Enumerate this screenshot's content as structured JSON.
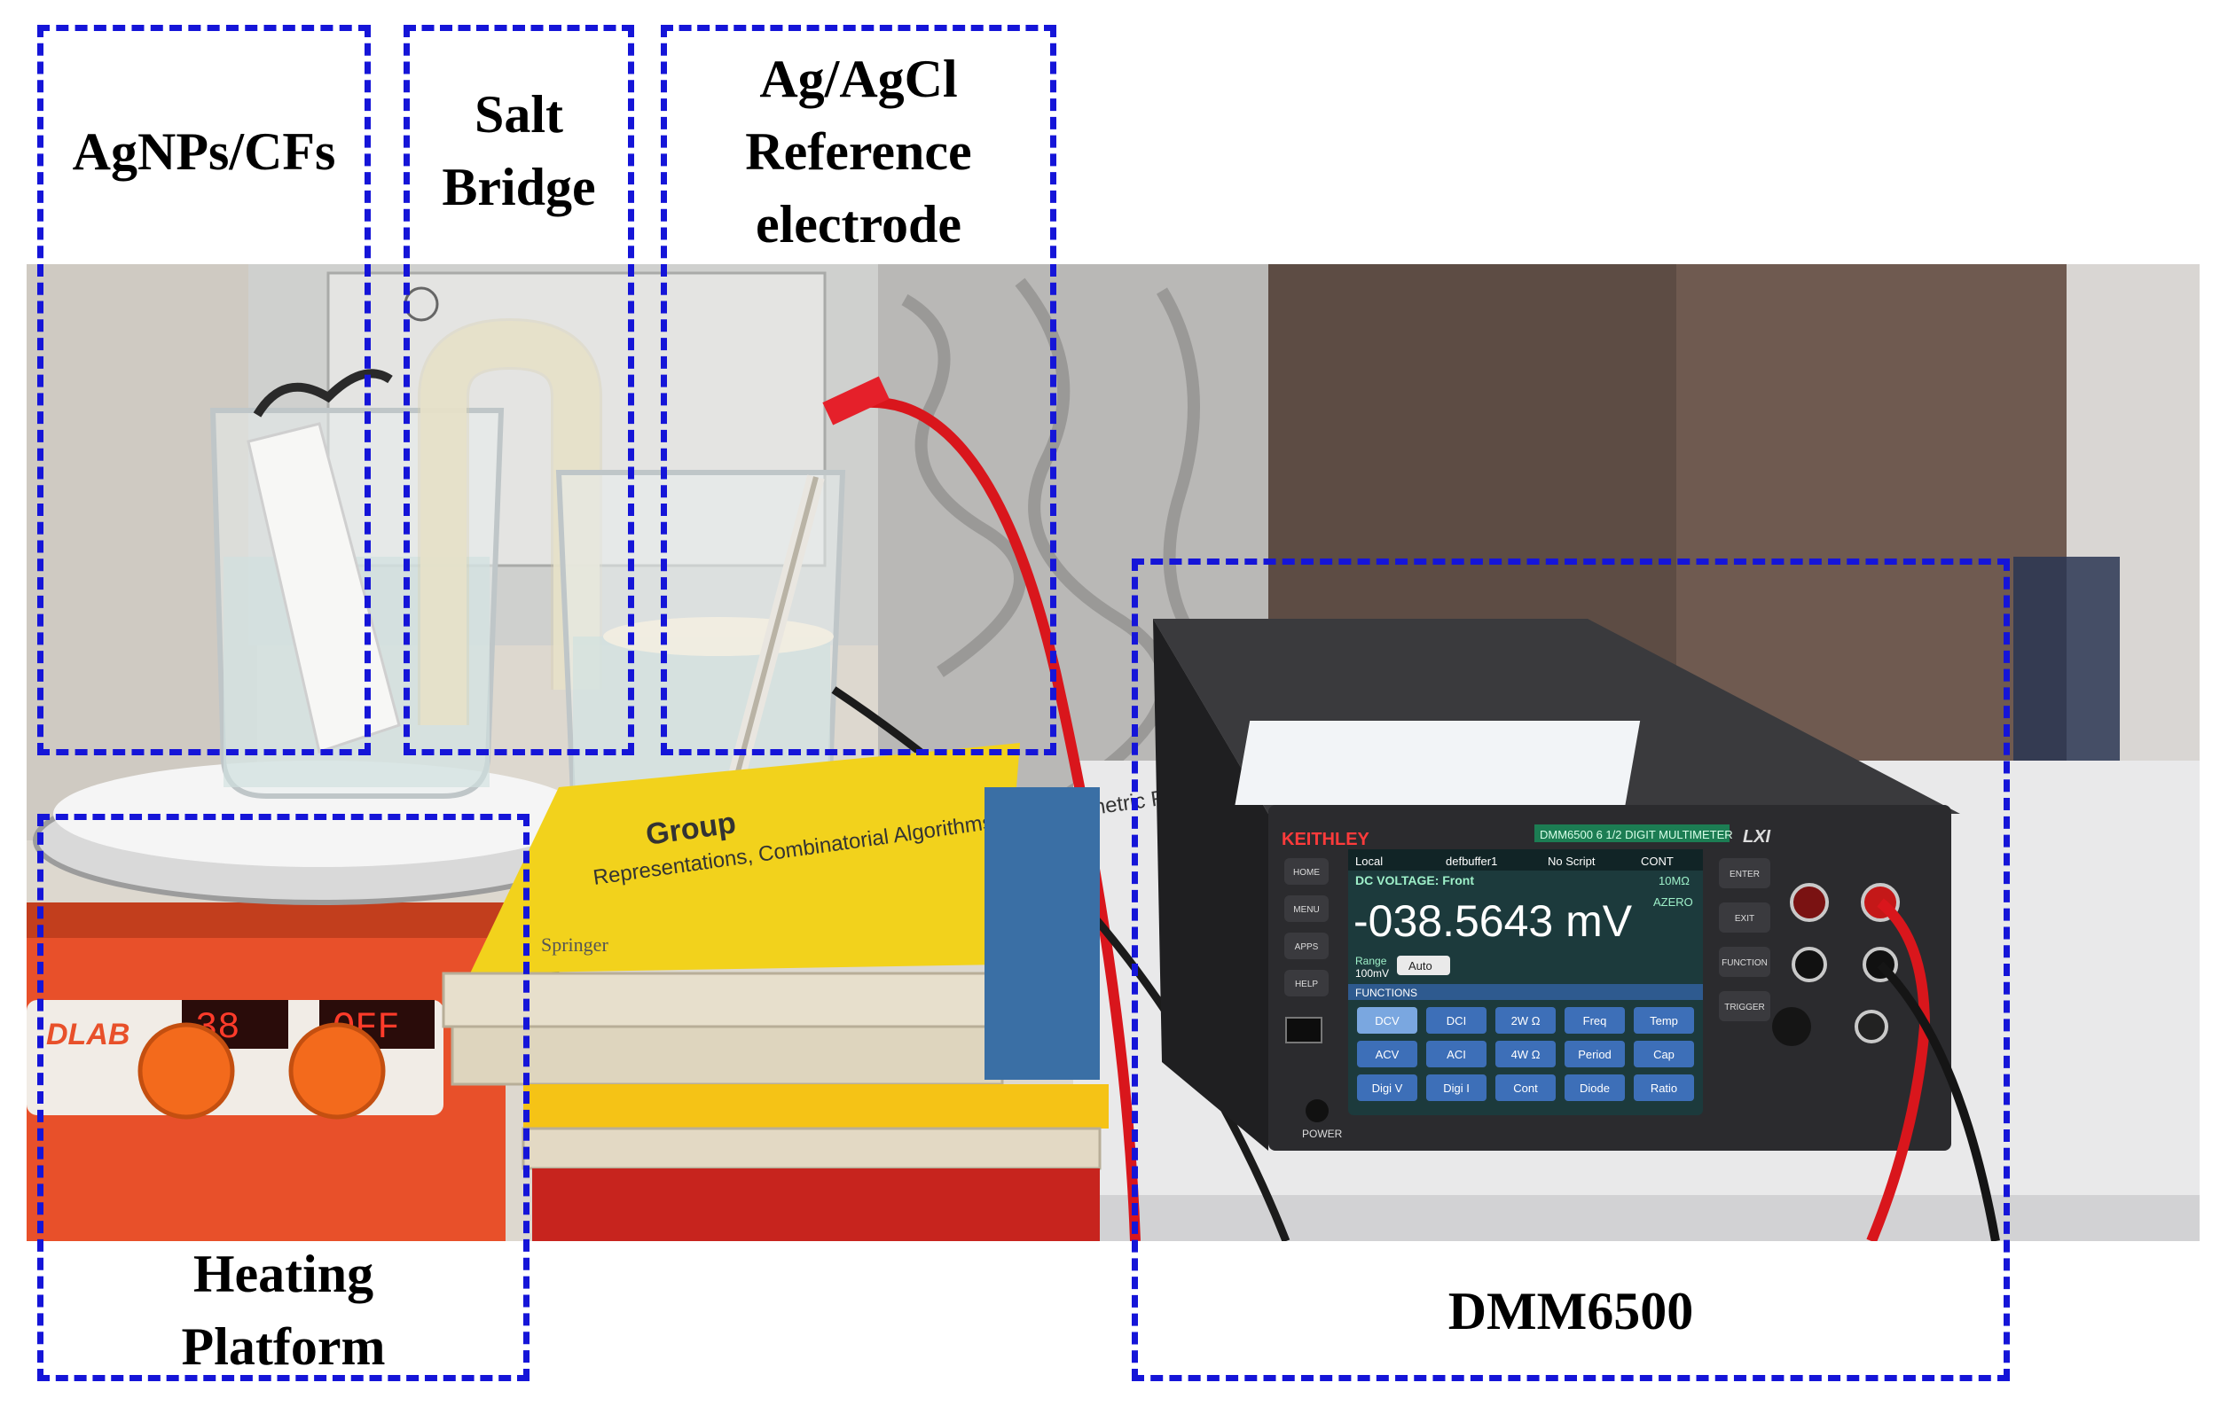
{
  "labels": {
    "agnps_cfs": "AgNPs/CFs",
    "salt_bridge_line1": "Salt",
    "salt_bridge_line2": "Bridge",
    "reference_line1": "Ag/AgCl",
    "reference_line2": "Reference",
    "reference_line3": "electrode",
    "heating_line1": "Heating",
    "heating_line2": "Platform",
    "dmm": "DMM6500"
  },
  "photo_text": {
    "hotplate_brand": "DLAB",
    "hotplate_display_left": "38",
    "hotplate_display_right": "OFF",
    "dmm_brand": "KEITHLEY",
    "dmm_model_strip": "DMM6500 6 1/2 DIGIT MULTIMETER",
    "dmm_mode": "DC VOLTAGE: Front",
    "dmm_reading": "-038.5643 mV",
    "dmm_range_label": "Range",
    "dmm_range_value": "100mV",
    "dmm_auto": "Auto",
    "dmm_impedance": "10MΩ",
    "dmm_azero": "AZERO",
    "dmm_local": "Local",
    "dmm_buffer": "defbuffer1",
    "dmm_script": "No Script",
    "dmm_cont": "CONT",
    "dmm_functions": "FUNCTIONS",
    "dmm_buttons": [
      "DCV",
      "DCI",
      "2W Ω",
      "Freq",
      "Temp",
      "ACV",
      "ACI",
      "4W Ω",
      "Period",
      "Cap",
      "Digi V",
      "Digi I",
      "Cont",
      "Diode",
      "Ratio"
    ],
    "dmm_side_keys": [
      "HOME",
      "MENU",
      "APPS",
      "HELP"
    ],
    "dmm_right_keys": [
      "ENTER",
      "EXIT",
      "FUNCTION",
      "TRIGGER"
    ],
    "dmm_lxi": "LXI",
    "dmm_power": "POWER",
    "book_title_1": "Group",
    "book_title_2": "Representations, Combinatorial Algorithms, and Symmetric Functions",
    "book_publisher": "Springer"
  },
  "colors": {
    "box_border": "#1515d8",
    "hotplate_orange": "#e8502a",
    "book_yellow": "#f2d21c",
    "dmm_body": "#2b2b2e",
    "dmm_screen": "#1c3a3c",
    "dmm_reading": "#ffffff"
  }
}
